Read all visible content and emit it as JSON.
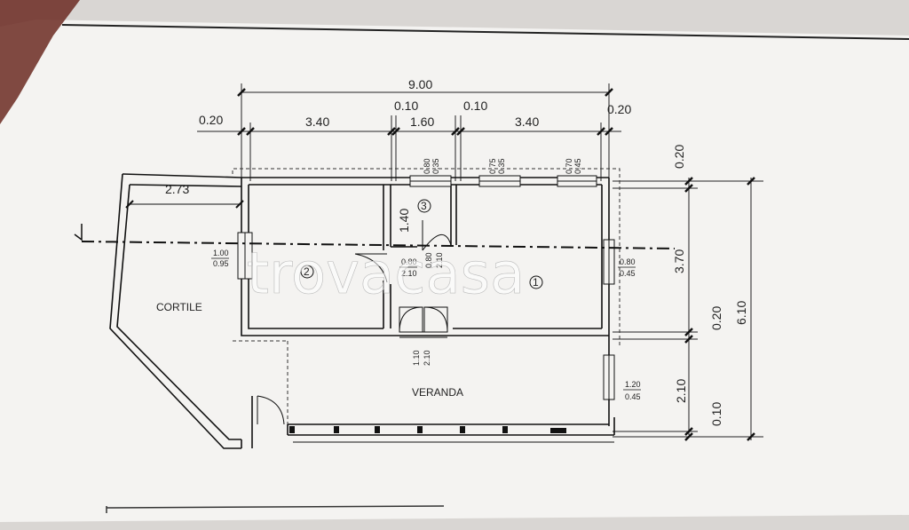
{
  "plan": {
    "watermark": "trovacasa",
    "top_total": "9.00",
    "top_segments": [
      "0.20",
      "3.40",
      "0.10",
      "1.60",
      "0.10",
      "3.40",
      "0.20"
    ],
    "right_segments": [
      "0.20",
      "3.70",
      "0.20",
      "2.10",
      "0.10"
    ],
    "right_total": "6.10",
    "cortile_width": "2.73",
    "rooms": {
      "cortile": "CORTILE",
      "veranda": "VERANDA",
      "room1": "1",
      "room2": "2",
      "room3": "3"
    },
    "openings": {
      "win1_top": "0.80",
      "win1_bot": "0.35",
      "win2_top": "0.75",
      "win2_bot": "0.35",
      "win3_top": "0.70",
      "win3_bot": "0.45",
      "bath_height": "1.40",
      "left_top": "1.00",
      "left_bot": "0.95",
      "door2_top": "0.80",
      "door2_bot": "2.10",
      "door3_top": "0.80",
      "door3_bot": "2.10",
      "right_top": "0.80",
      "right_bot": "0.45",
      "french_top": "1.10",
      "french_bot": "2.10",
      "ver_top": "1.20",
      "ver_bot": "0.45"
    }
  }
}
